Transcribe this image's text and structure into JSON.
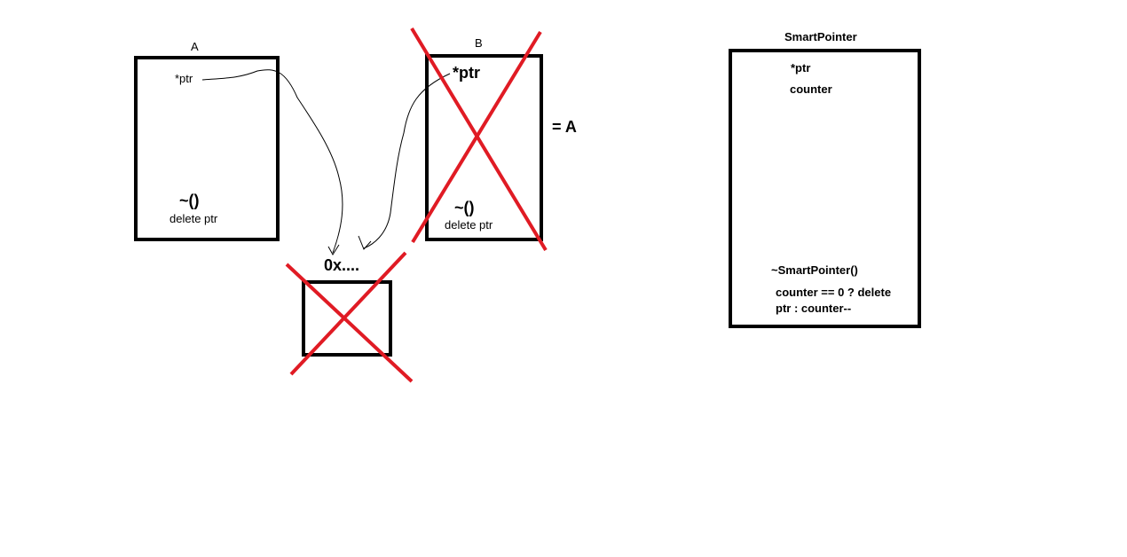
{
  "colors": {
    "ink": "#000000",
    "cross": "#e01b24",
    "background": "#ffffff"
  },
  "box_a": {
    "title": "A",
    "pointer": "*ptr",
    "destructor": "~()",
    "destructor_body": "delete ptr"
  },
  "box_b": {
    "title": "B",
    "pointer": "*ptr",
    "destructor": "~()",
    "destructor_body": "delete ptr",
    "assignment": "= A",
    "crossed_out": true
  },
  "memory": {
    "address": "0x....",
    "crossed_out": true
  },
  "smart_pointer": {
    "title": "SmartPointer",
    "field_ptr": "*ptr",
    "field_counter": "counter",
    "destructor": "~SmartPointer()",
    "destructor_line1": "counter == 0 ? delete",
    "destructor_line2": "ptr : counter--"
  }
}
